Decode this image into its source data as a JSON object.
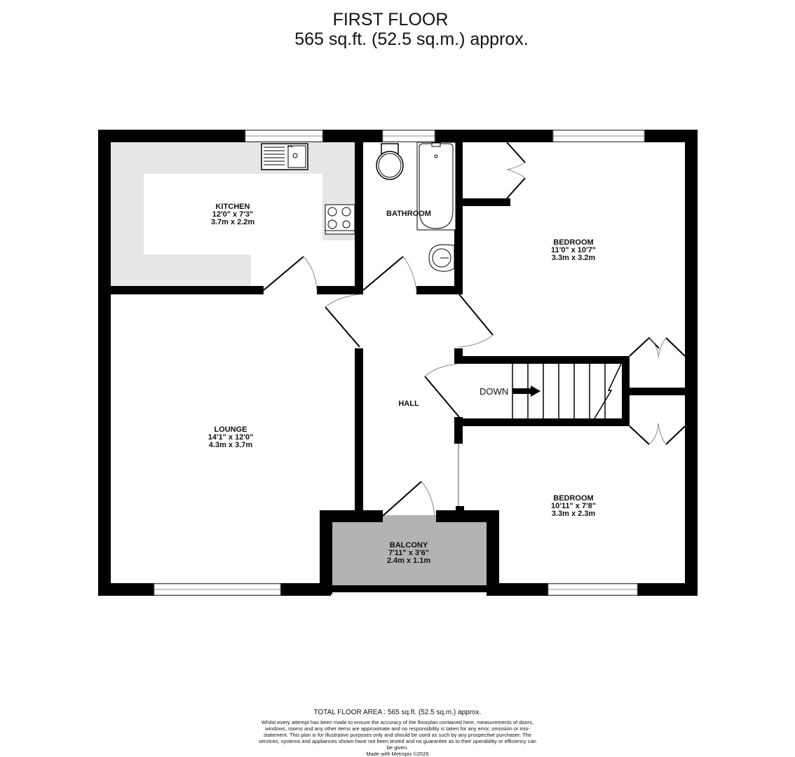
{
  "header": {
    "floor_name": "FIRST FLOOR",
    "area": "565 sq.ft. (52.5 sq.m.) approx."
  },
  "rooms": [
    {
      "id": "kitchen",
      "name": "KITCHEN",
      "imperial": "12'0\"  x 7'3\"",
      "metric": "3.7m  x 2.2m"
    },
    {
      "id": "bathroom",
      "name": "BATHROOM",
      "imperial": "",
      "metric": ""
    },
    {
      "id": "bedroom1",
      "name": "BEDROOM",
      "imperial": "11'0\"  x 10'7\"",
      "metric": "3.3m  x 3.2m"
    },
    {
      "id": "hall",
      "name": "HALL",
      "imperial": "",
      "metric": ""
    },
    {
      "id": "lounge",
      "name": "LOUNGE",
      "imperial": "14'1\"  x 12'0\"",
      "metric": "4.3m  x 3.7m"
    },
    {
      "id": "bedroom2",
      "name": "BEDROOM",
      "imperial": "10'11\"  x 7'8\"",
      "metric": "3.3m  x 2.3m"
    },
    {
      "id": "balcony",
      "name": "BALCONY",
      "imperial": "7'11\"  x 3'6\"",
      "metric": "2.4m  x 1.1m"
    }
  ],
  "stairs": {
    "label": "DOWN"
  },
  "colors": {
    "wall": "#000000",
    "kitchen_counter": "#e6e6e6",
    "balcony": "#b3b3b3",
    "window": "#ffffff"
  },
  "footer": {
    "total": "TOTAL FLOOR AREA : 565 sq.ft. (52.5 sq.m.) approx.",
    "disclaimer": "Whilst every attempt has been made to ensure the accuracy of the floorplan contained here, measurements of doors, windows, rooms and any other items are approximate and no responsibility is taken for any error, omission or mis-statement. This plan is for illustrative purposes only and should be used as such by any prospective purchaser. The services, systems and appliances shown have not been tested and no guarantee as to their operability or efficiency can be given.",
    "made_with": "Made with Metropix ©2026"
  }
}
